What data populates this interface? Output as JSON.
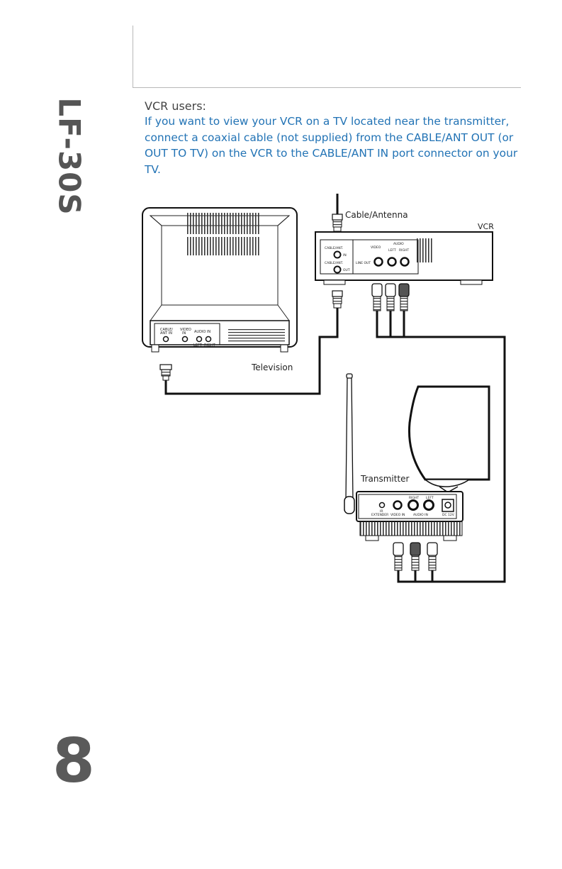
{
  "page": {
    "model": "LF-30S",
    "page_number": "8"
  },
  "section": {
    "heading": "VCR users:",
    "body": "If you want to view your VCR on a TV located near the transmitter, connect a coaxial cable (not supplied) from the CABLE/ANT OUT (or OUT TO TV) on the VCR to the CABLE/ANT IN port connector on your TV."
  },
  "diagram": {
    "label_cable_antenna": "Cable/Antenna",
    "label_vcr": "VCR",
    "label_television": "Television",
    "label_transmitter": "Transmitter",
    "vcr_panel": {
      "cable_ant_in": "CABLE/ANT.",
      "in": "IN",
      "cable_ant_out": "CABLE/ANT.",
      "out": "OUT",
      "video": "VIDEO",
      "audio": "AUDIO",
      "left": "LEFT",
      "right": "RIGHT",
      "line_out": "LINE OUT"
    },
    "tv_panel": {
      "cable_ant": "CABLE/",
      "ant_in": "ANT IN",
      "video": "VIDEO",
      "in": "IN",
      "audio_in": "AUDIO IN",
      "left": "LEFT",
      "right": "RIGHT"
    },
    "transmitter_panel": {
      "ir_extender": "IR",
      "extender": "EXTENDER",
      "video_in": "VIDEO IN",
      "right": "RIGHT",
      "left": "LEFT",
      "audio_in": "AUDIO IN",
      "dc": "DC 12V"
    }
  }
}
